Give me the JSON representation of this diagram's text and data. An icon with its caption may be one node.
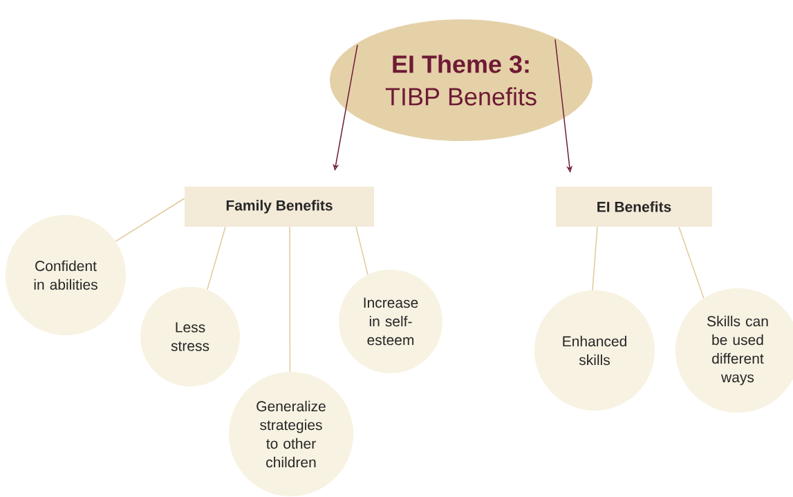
{
  "diagram": {
    "nodes": [
      {
        "text": [
          "EI Theme 3:",
          "TIBP Benefits"
        ]
      },
      {
        "text": [
          "Family Benefits"
        ]
      },
      {
        "text": [
          "EI Benefits"
        ]
      },
      {
        "text": [
          "Confident in abilities"
        ]
      },
      {
        "text": [
          "Less stress"
        ]
      },
      {
        "text": [
          "Generalize strategies to other children"
        ]
      },
      {
        "text": [
          "Increase in self-esteem"
        ]
      },
      {
        "text": [
          "Enhanced skills"
        ]
      },
      {
        "text": [
          "Skills can be used different ways"
        ]
      }
    ],
    "edges": [
      {
        "from": 0,
        "to": 1,
        "arrow": "to",
        "color": "#6e1a35"
      },
      {
        "from": 0,
        "to": 2,
        "arrow": "to",
        "color": "#6e1a35"
      },
      {
        "from": 1,
        "to": 3,
        "arrow": "none"
      },
      {
        "from": 1,
        "to": 4,
        "arrow": "none"
      },
      {
        "from": 1,
        "to": 5,
        "arrow": "none"
      },
      {
        "from": 1,
        "to": 6,
        "arrow": "none"
      },
      {
        "from": 2,
        "to": 7,
        "arrow": "none"
      },
      {
        "from": 2,
        "to": 8,
        "arrow": "none"
      }
    ]
  }
}
